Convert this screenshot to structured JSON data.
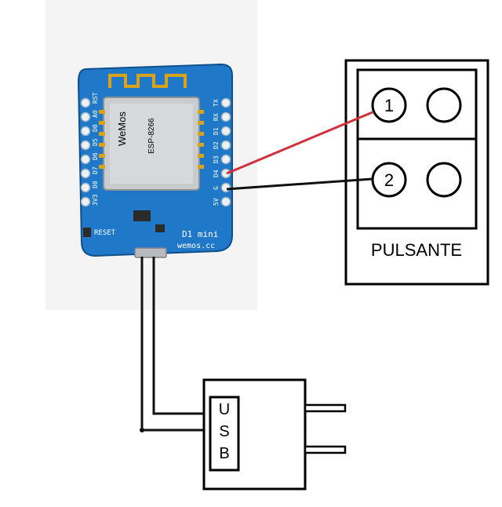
{
  "board": {
    "model_label": "D1 mini",
    "site_label": "wemos.cc",
    "reset_label": "RESET",
    "brand_label": "WeMos",
    "module_label": "ESP-8266",
    "pins_right": [
      "TX",
      "RX",
      "D1",
      "D2",
      "D3",
      "D4",
      "G",
      "5V"
    ],
    "pins_left": [
      "RST",
      "A0",
      "D0",
      "D5",
      "D6",
      "D7",
      "D8",
      "3V3"
    ],
    "pcb_color": "#1f78c8"
  },
  "button": {
    "title": "PULSANTE",
    "terminal_1": "1",
    "terminal_2": "2"
  },
  "usb": {
    "letters": [
      "U",
      "S",
      "B"
    ]
  },
  "wires": {
    "terminal1_wire_color": "#d0313d",
    "terminal2_wire_color": "#111111",
    "usb_cable_color": "#111111"
  }
}
